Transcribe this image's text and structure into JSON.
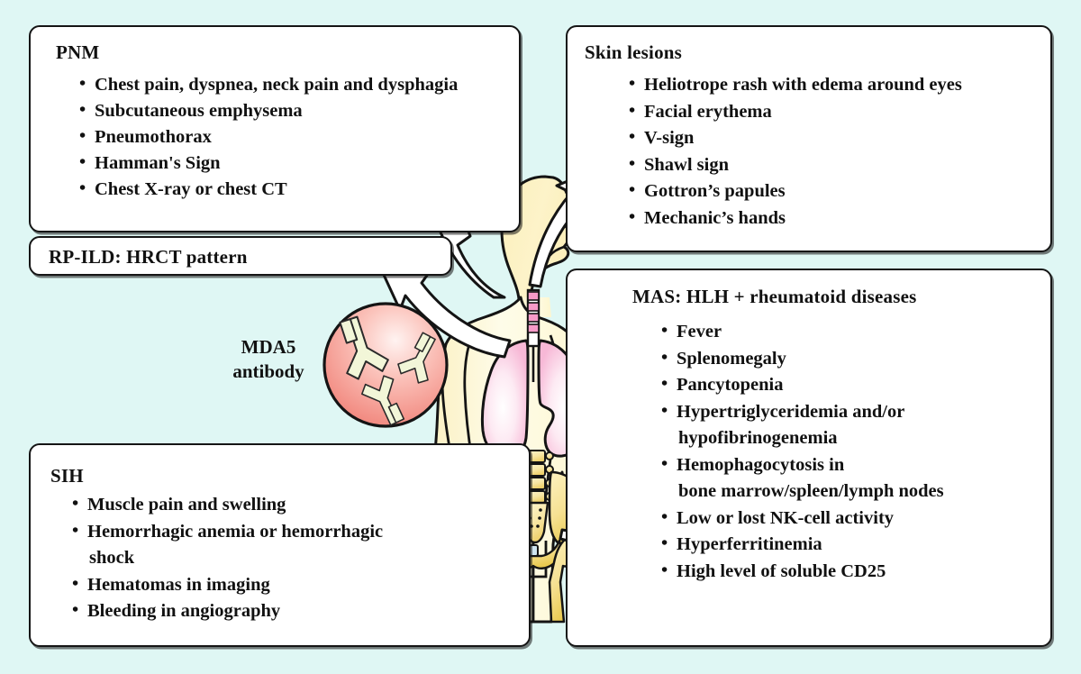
{
  "background_color": "#dff7f4",
  "panels": {
    "pnm": {
      "title": "PNM",
      "items": [
        "Chest pain, dyspnea, neck pain and dysphagia",
        "Subcutaneous emphysema",
        "Pneumothorax",
        "Hamman's Sign",
        "Chest X-ray or chest CT"
      ]
    },
    "rpild": {
      "title": "RP-ILD: HRCT pattern"
    },
    "sih": {
      "title": "SIH",
      "items": [
        {
          "line1": "Muscle pain and swelling",
          "line2": ""
        },
        {
          "line1": "Hemorrhagic anemia or hemorrhagic",
          "line2": "shock"
        },
        {
          "line1": "Hematomas in imaging",
          "line2": ""
        },
        {
          "line1": "Bleeding in angiography",
          "line2": ""
        }
      ]
    },
    "skin": {
      "title": "Skin lesions",
      "items": [
        "Heliotrope rash with edema around eyes",
        "Facial erythema",
        "V-sign",
        "Shawl sign",
        "Gottron’s papules",
        "Mechanic’s hands"
      ]
    },
    "mas": {
      "title": "MAS:  HLH + rheumatoid diseases",
      "items": [
        {
          "line1": "Fever",
          "line2": ""
        },
        {
          "line1": "Splenomegaly",
          "line2": ""
        },
        {
          "line1": "Pancytopenia",
          "line2": ""
        },
        {
          "line1": "Hypertriglyceridemia and/or",
          "line2": "hypofibrinogenemia"
        },
        {
          "line1": "Hemophagocytosis in",
          "line2": "bone marrow/spleen/lymph nodes"
        },
        {
          "line1": "Low or lost NK-cell activity",
          "line2": ""
        },
        {
          "line1": "Hyperferritinemia",
          "line2": ""
        },
        {
          "line1": "High level of soluble CD25",
          "line2": ""
        }
      ]
    }
  },
  "mda5": {
    "label_line1": "MDA5",
    "label_line2": "antibody"
  },
  "illustration": {
    "body_name": "human-body-silhouette",
    "organs": [
      "lungs",
      "trachea",
      "lumbar-spine",
      "sacrum",
      "pelvis",
      "femur",
      "iliopsoas-hematoma"
    ],
    "colors": {
      "skin": "#fdfae2",
      "lung": "#f9c3dc",
      "bone": "#f0d97a",
      "hematoma": "#f0372b",
      "trachea": "#f49ec4",
      "antibody_circle": "#f4948c",
      "macrophage": "#d4a6e8",
      "rbc": "#e8463a",
      "cell_background": "#faf6c8",
      "outline": "#141414"
    }
  },
  "arrows": [
    {
      "name": "arrow-to-pnm",
      "target": "PNM"
    },
    {
      "name": "arrow-to-rpild",
      "target": "RP-ILD"
    },
    {
      "name": "arrow-to-skin",
      "target": "Skin lesions"
    },
    {
      "name": "arrow-to-sih",
      "target": "SIH"
    },
    {
      "name": "arrow-to-mas",
      "target": "MAS"
    }
  ]
}
